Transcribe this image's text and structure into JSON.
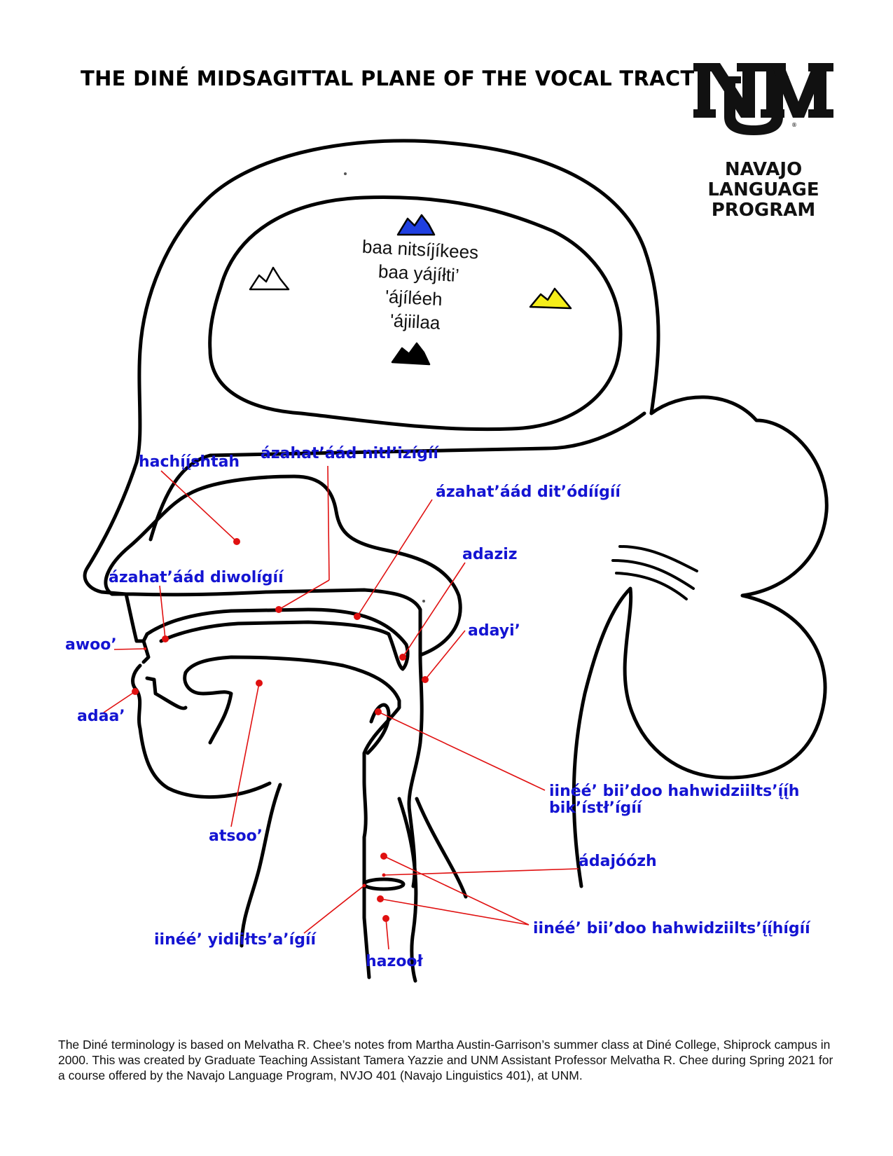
{
  "title": "THE DINÉ MIDSAGITTAL PLANE OF THE VOCAL TRACT",
  "logo": {
    "monogram": "UNM",
    "line1": "NAVAJO",
    "line2": "LANGUAGE",
    "line3": "PROGRAM"
  },
  "brain": {
    "line1": "baa nitsíjíkees",
    "line2": "baa yájíłti’",
    "line3": "'ájíléeh",
    "line4": "'ájiilaa",
    "mountain_colors": {
      "top": "#1f3fe0",
      "left": "#ffffff",
      "right": "#f5ee1a",
      "bottom": "#000000"
    }
  },
  "labels": {
    "nasal_cavity": "hachį́į́shtah",
    "hard_palate": "ázahat’áád nitł’izígíí",
    "soft_palate": "ázahat’áád dit’ódíígíí",
    "uvula": "adaziz",
    "alveolar_ridge": "ázahat’áád diwolígíí",
    "pharynx": "adayi’",
    "teeth": "awoo’",
    "lips": "adaa’",
    "tongue": "atsoo’",
    "epiglottis_line1": "iinéé’ bii’doo hahwidziilts’į́į́h",
    "epiglottis_line2": "bik’ístł’ígíí",
    "glottis": "ádajóózh",
    "vocal_folds": "iinéé’ bii’doo hahwidziilts’į́į́hígíí",
    "larynx": "iinéé’ yidiiłts’a’ígíí",
    "trachea": "hazooł"
  },
  "colors": {
    "label": "#1414d2",
    "pointer": "#e01010",
    "outline": "#000000"
  },
  "footer": "The Diné terminology is based on Melvatha R. Chee’s notes from Martha Austin-Garrison’s summer class at Diné College, Shiprock campus in 2000. This was created by Graduate Teaching Assistant Tamera Yazzie and UNM Assistant Professor Melvatha R. Chee during Spring 2021 for a course offered by the Navajo Language Program, NVJO 401 (Navajo Linguistics 401), at UNM."
}
